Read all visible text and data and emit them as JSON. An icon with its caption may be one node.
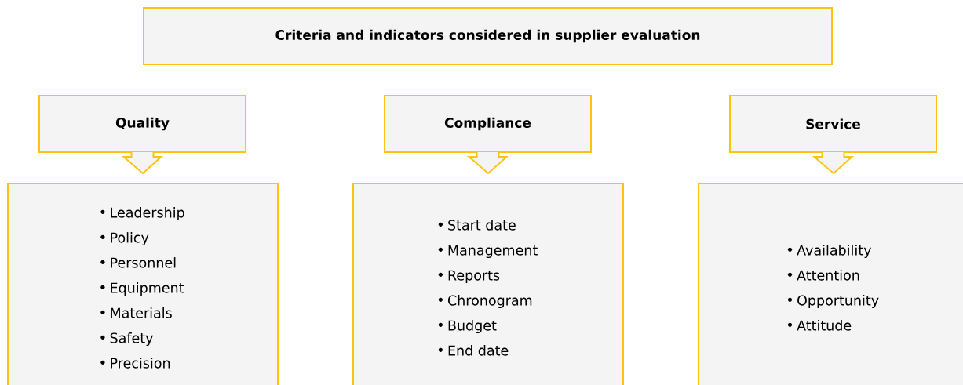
{
  "diagram": {
    "title": "Criteria and indicators considered in supplier evaluation",
    "nodes": [
      {
        "text": [
          "Quality"
        ]
      },
      {
        "text": [
          "Compliance"
        ]
      },
      {
        "text": [
          "Service"
        ]
      },
      {
        "text": [
          "Leadership",
          "Policy",
          "Personnel",
          "Equipment",
          "Materials",
          "Safety",
          "Precision"
        ]
      },
      {
        "text": [
          "Start date",
          "Management",
          "Reports",
          "Chronogram",
          "Budget",
          "End date"
        ]
      },
      {
        "text": [
          "Availability",
          "Attention",
          "Opportunity",
          "Attitude"
        ]
      }
    ],
    "edges": [
      {
        "from": 0,
        "to": 3,
        "arrow": "to"
      },
      {
        "from": 1,
        "to": 4,
        "arrow": "to"
      },
      {
        "from": 2,
        "to": 5,
        "arrow": "to"
      }
    ]
  }
}
